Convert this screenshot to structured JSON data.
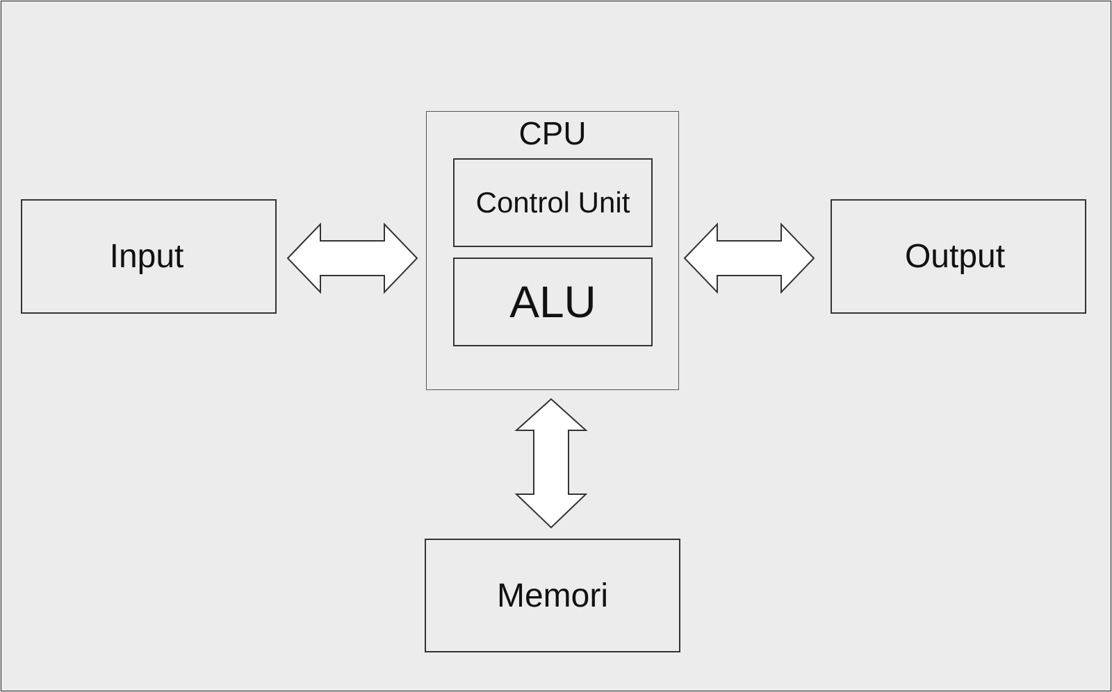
{
  "diagram": {
    "cpu": {
      "title": "CPU",
      "control_unit": "Control Unit",
      "alu": "ALU"
    },
    "input": "Input",
    "output": "Output",
    "memory": "Memori"
  },
  "colors": {
    "background": "#ececec",
    "border": "#333333",
    "arrow_fill": "#ffffff"
  }
}
